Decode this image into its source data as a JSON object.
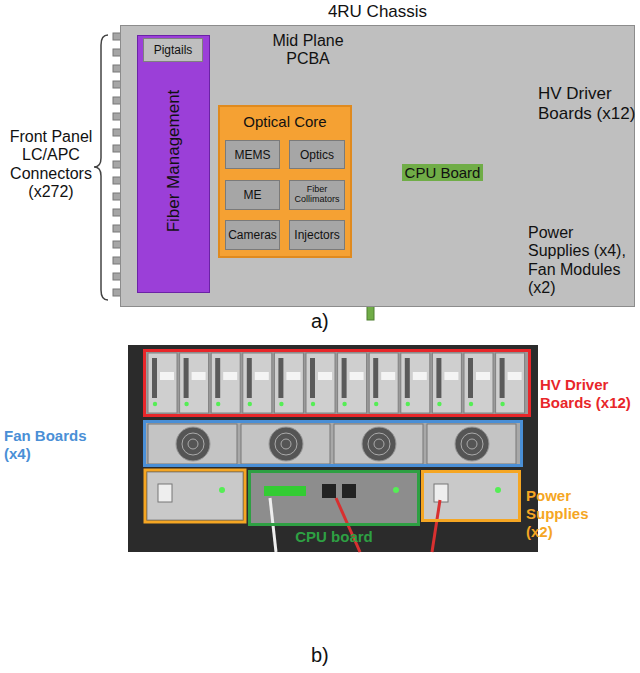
{
  "diagram": {
    "nodes": [
      {
        "text": [
          "4RU Chassis"
        ]
      },
      {
        "text": [
          "Fiber Management"
        ],
        "in": 0
      },
      {
        "text": [
          "Pigtails"
        ],
        "in": 1
      },
      {
        "text": [
          "Optical Core"
        ],
        "in": 0
      },
      {
        "text": [
          "MEMS"
        ],
        "in": 3
      },
      {
        "text": [
          "Optics"
        ],
        "in": 3
      },
      {
        "text": [
          "ME"
        ],
        "in": 3
      },
      {
        "text": [
          "Fiber Collimators"
        ],
        "in": 3
      },
      {
        "text": [
          "Cameras"
        ],
        "in": 3
      },
      {
        "text": [
          "Injectors"
        ],
        "in": 3
      },
      {
        "text": [
          "CPU Board"
        ],
        "in": 0
      },
      {
        "text": [
          "HV Driver Boards (x12)"
        ]
      },
      {
        "text": [
          "Fan Boards (x4)"
        ]
      },
      {
        "text": [
          "Power Supplies (x2)"
        ]
      },
      {
        "text": [
          "CPU board"
        ]
      }
    ],
    "labels": [
      "Front Panel LC/APC Connectors (x272)",
      "Mid Plane PCBA",
      "HV Driver Boards (x12)",
      "Power Supplies (x4), Fan Modules (x2)",
      "a)",
      "b)"
    ]
  }
}
